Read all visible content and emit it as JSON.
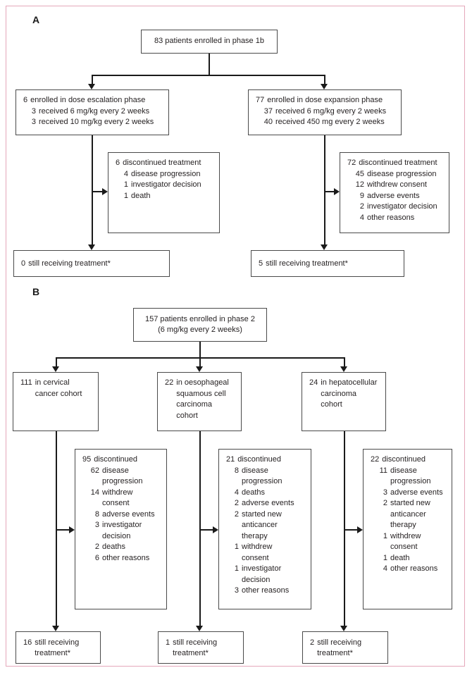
{
  "colors": {
    "frame_border": "#e5a8ba",
    "box_border": "#4a4a4a",
    "text": "#231f20",
    "line": "#1a1a1a"
  },
  "panel_a": {
    "label": "A",
    "enrolled": {
      "lines": [
        {
          "t": "83 patients enrolled in phase 1b"
        }
      ]
    },
    "dose_escalation": {
      "lines": [
        {
          "n": "6",
          "t": "enrolled in dose escalation phase",
          "lvl": 0
        },
        {
          "n": "3",
          "t": "received 6 mg/kg every 2 weeks",
          "lvl": 1
        },
        {
          "n": "3",
          "t": "received 10 mg/kg every 2 weeks",
          "lvl": 1
        }
      ]
    },
    "dose_expansion": {
      "lines": [
        {
          "n": "77",
          "t": "enrolled in dose expansion phase",
          "lvl": 0
        },
        {
          "n": "37",
          "t": "received 6 mg/kg every 2 weeks",
          "lvl": 1
        },
        {
          "n": "40",
          "t": "received 450 mg every 2 weeks",
          "lvl": 1
        }
      ]
    },
    "escalation_discontinued": {
      "lines": [
        {
          "n": "6",
          "t": "discontinued treatment",
          "lvl": 0
        },
        {
          "n": "4",
          "t": "disease progression",
          "lvl": 1
        },
        {
          "n": "1",
          "t": "investigator decision",
          "lvl": 1
        },
        {
          "n": "1",
          "t": "death",
          "lvl": 1
        }
      ]
    },
    "expansion_discontinued": {
      "lines": [
        {
          "n": "72",
          "t": "discontinued treatment",
          "lvl": 0
        },
        {
          "n": "45",
          "t": "disease progression",
          "lvl": 1
        },
        {
          "n": "12",
          "t": "withdrew consent",
          "lvl": 1
        },
        {
          "n": "9",
          "t": "adverse events",
          "lvl": 1
        },
        {
          "n": "2",
          "t": "investigator decision",
          "lvl": 1
        },
        {
          "n": "4",
          "t": "other reasons",
          "lvl": 1
        }
      ]
    },
    "escalation_still": {
      "lines": [
        {
          "n": "0",
          "t": "still receiving treatment*",
          "lvl": 0
        }
      ]
    },
    "expansion_still": {
      "lines": [
        {
          "n": "5",
          "t": "still receiving treatment*",
          "lvl": 0
        }
      ]
    }
  },
  "panel_b": {
    "label": "B",
    "enrolled": {
      "lines": [
        {
          "t": "157 patients enrolled in phase 2\n(6 mg/kg every 2 weeks)"
        }
      ]
    },
    "cervical": {
      "lines": [
        {
          "n": "111",
          "t": "in cervical\ncancer cohort",
          "lvl": 0
        }
      ]
    },
    "oesophageal": {
      "lines": [
        {
          "n": "22",
          "t": "in oesophageal\nsquamous cell\ncarcinoma\ncohort",
          "lvl": 0
        }
      ]
    },
    "hepatocellular": {
      "lines": [
        {
          "n": "24",
          "t": "in hepatocellular\ncarcinoma\ncohort",
          "lvl": 0
        }
      ]
    },
    "cervical_discontinued": {
      "lines": [
        {
          "n": "95",
          "t": "discontinued",
          "lvl": 0
        },
        {
          "n": "62",
          "t": "disease\nprogression",
          "lvl": 1
        },
        {
          "n": "14",
          "t": "withdrew\nconsent",
          "lvl": 1
        },
        {
          "n": "8",
          "t": "adverse events",
          "lvl": 1
        },
        {
          "n": "3",
          "t": "investigator\ndecision",
          "lvl": 1
        },
        {
          "n": "2",
          "t": "deaths",
          "lvl": 1
        },
        {
          "n": "6",
          "t": "other reasons",
          "lvl": 1
        }
      ]
    },
    "oesophageal_discontinued": {
      "lines": [
        {
          "n": "21",
          "t": "discontinued",
          "lvl": 0
        },
        {
          "n": "8",
          "t": "disease\nprogression",
          "lvl": 1
        },
        {
          "n": "4",
          "t": "deaths",
          "lvl": 1
        },
        {
          "n": "2",
          "t": "adverse events",
          "lvl": 1
        },
        {
          "n": "2",
          "t": "started new\nanticancer\ntherapy",
          "lvl": 1
        },
        {
          "n": "1",
          "t": "withdrew\nconsent",
          "lvl": 1
        },
        {
          "n": "1",
          "t": "investigator\ndecision",
          "lvl": 1
        },
        {
          "n": "3",
          "t": "other reasons",
          "lvl": 1
        }
      ]
    },
    "hepatocellular_discontinued": {
      "lines": [
        {
          "n": "22",
          "t": "discontinued",
          "lvl": 0
        },
        {
          "n": "11",
          "t": "disease\nprogression",
          "lvl": 1
        },
        {
          "n": "3",
          "t": "adverse events",
          "lvl": 1
        },
        {
          "n": "2",
          "t": "started new\nanticancer\ntherapy",
          "lvl": 1
        },
        {
          "n": "1",
          "t": "withdrew\nconsent",
          "lvl": 1
        },
        {
          "n": "1",
          "t": "death",
          "lvl": 1
        },
        {
          "n": "4",
          "t": "other reasons",
          "lvl": 1
        }
      ]
    },
    "cervical_still": {
      "lines": [
        {
          "n": "16",
          "t": "still receiving\ntreatment*",
          "lvl": 0
        }
      ]
    },
    "oesophageal_still": {
      "lines": [
        {
          "n": "1",
          "t": "still receiving\ntreatment*",
          "lvl": 0
        }
      ]
    },
    "hepatocellular_still": {
      "lines": [
        {
          "n": "2",
          "t": "still receiving\ntreatment*",
          "lvl": 0
        }
      ]
    }
  }
}
